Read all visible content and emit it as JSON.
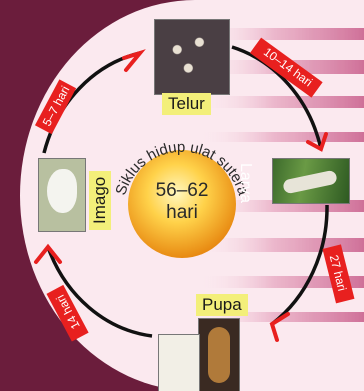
{
  "center": {
    "title": "Siklus hidup ulat sutera",
    "duration": "56–62",
    "unit": "hari"
  },
  "stages": {
    "egg": "Telur",
    "larva": "Larva",
    "pupa": "Pupa",
    "imago": "Imago"
  },
  "durations": {
    "egg_to_larva": "10–14 hari",
    "larva_to_pupa": "27 hari",
    "pupa_to_imago": "14 hari",
    "imago_to_egg": "5–7 hari"
  },
  "colors": {
    "background": "#6b1d3c",
    "panel": "#fbe9ef",
    "stripe": "#e7a8c1",
    "arrow": "#111111",
    "arrowhead": "#e8201f",
    "label_bg": "#f3ef7a",
    "center_sun": "#f3a21a"
  }
}
